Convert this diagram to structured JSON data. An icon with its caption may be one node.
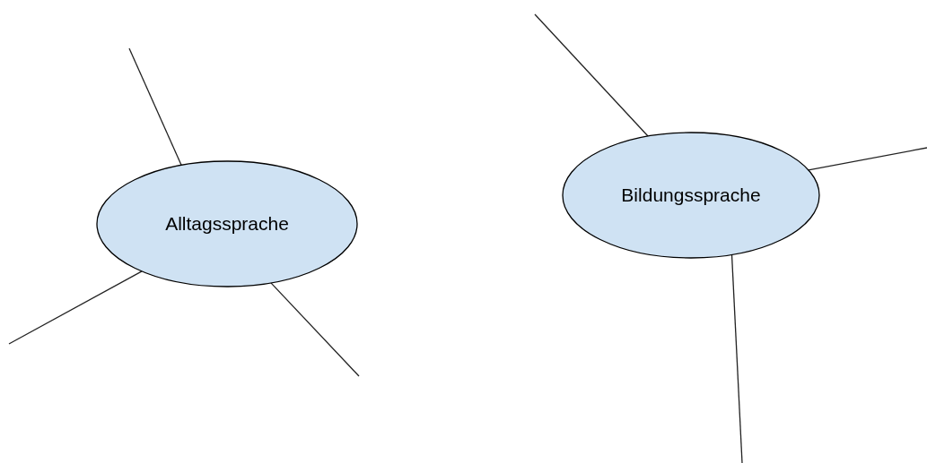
{
  "diagram": {
    "nodes": [
      {
        "text": [
          "Alltagssprache"
        ]
      },
      {
        "text": [
          "Bildungssprache"
        ]
      }
    ],
    "edges": [
      {
        "from": 0,
        "to": null,
        "arrow": "none"
      },
      {
        "from": 0,
        "to": null,
        "arrow": "none"
      },
      {
        "from": 0,
        "to": null,
        "arrow": "none"
      },
      {
        "from": 1,
        "to": null,
        "arrow": "none"
      },
      {
        "from": 1,
        "to": null,
        "arrow": "none"
      },
      {
        "from": 1,
        "to": null,
        "arrow": "none"
      }
    ]
  }
}
